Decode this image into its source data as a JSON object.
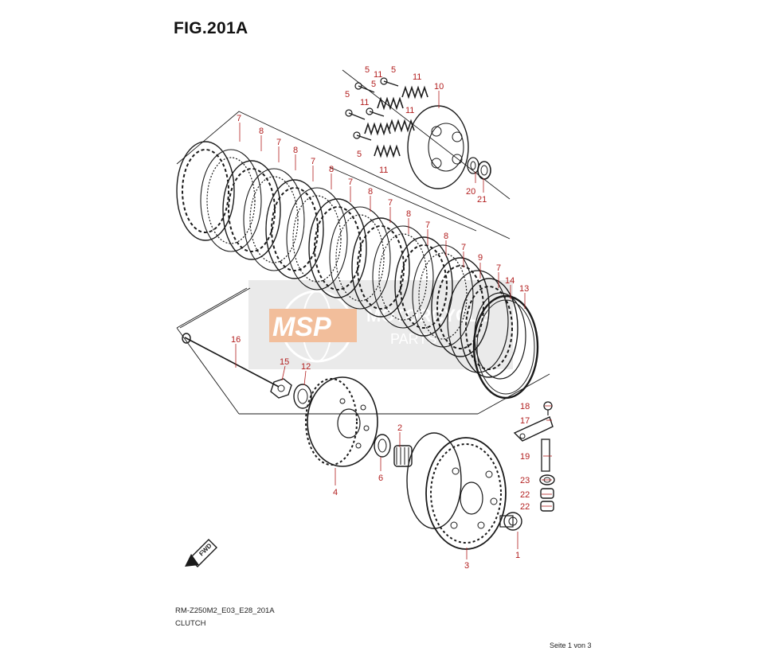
{
  "figure": {
    "title": "FIG.201A",
    "model_code": "RM-Z250M2_E03_E28_201A",
    "assembly_name": "CLUTCH",
    "page_indicator": "Seite 1 von 3",
    "fwd_label": "FWD",
    "watermark": "MSP MOTORCYCLE PARTS"
  },
  "callouts": [
    "1",
    "2",
    "3",
    "4",
    "5",
    "6",
    "7",
    "8",
    "9",
    "10",
    "11",
    "12",
    "13",
    "14",
    "15",
    "16",
    "17",
    "18",
    "19",
    "20",
    "21",
    "22",
    "23"
  ],
  "colors": {
    "callout": "#b21e1e",
    "outline": "#1a1a1a",
    "watermark": "#e8894a"
  }
}
